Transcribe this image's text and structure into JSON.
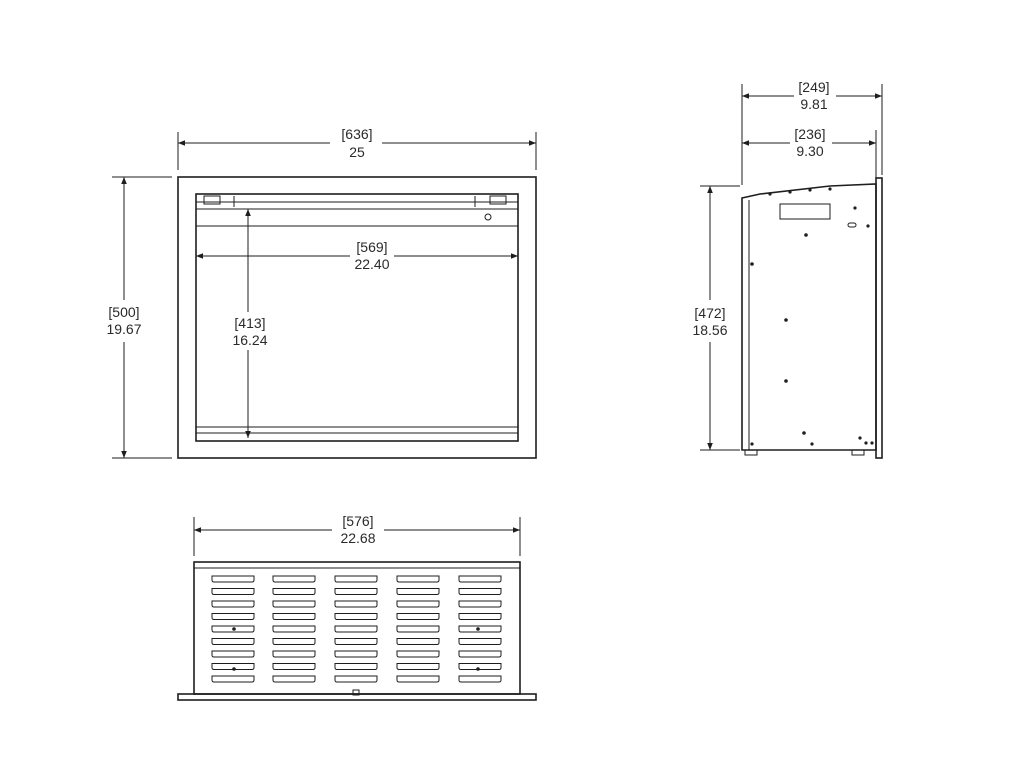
{
  "front_view": {
    "overall_width": {
      "mm": "[636]",
      "in": "25"
    },
    "overall_height": {
      "mm": "[500]",
      "in": "19.67"
    },
    "opening_width": {
      "mm": "[569]",
      "in": "22.40"
    },
    "opening_height": {
      "mm": "[413]",
      "in": "16.24"
    }
  },
  "side_view": {
    "overall_depth": {
      "mm": "[249]",
      "in": "9.81"
    },
    "body_depth": {
      "mm": "[236]",
      "in": "9.30"
    },
    "height": {
      "mm": "[472]",
      "in": "18.56"
    }
  },
  "top_view": {
    "width": {
      "mm": "[576]",
      "in": "22.68"
    }
  }
}
